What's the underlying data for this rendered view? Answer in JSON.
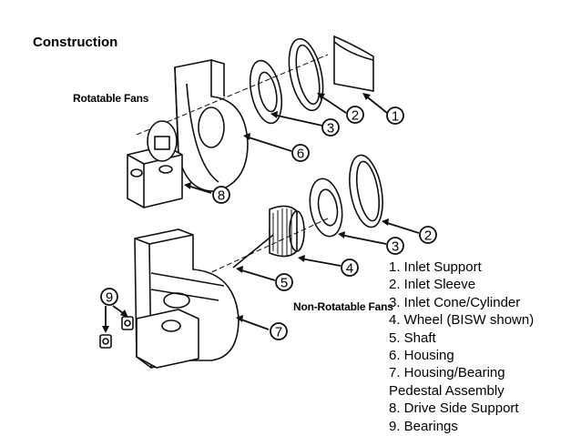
{
  "title": "Construction",
  "labels": {
    "rotatable": "Rotatable Fans",
    "non_rotatable": "Non-Rotatable Fans"
  },
  "legend": [
    "1. Inlet Support",
    "2. Inlet Sleeve",
    "3. Inlet Cone/Cylinder",
    "4. Wheel (BISW shown)",
    "5. Shaft",
    "6. Housing",
    "7. Housing/Bearing",
    "Pedestal Assembly",
    "8. Drive Side Support",
    "9. Bearings"
  ],
  "callouts": {
    "c1": "1",
    "c2a": "2",
    "c3a": "3",
    "c6": "6",
    "c8": "8",
    "c2b": "2",
    "c3b": "3",
    "c4": "4",
    "c5": "5",
    "c7": "7",
    "c9": "9"
  }
}
